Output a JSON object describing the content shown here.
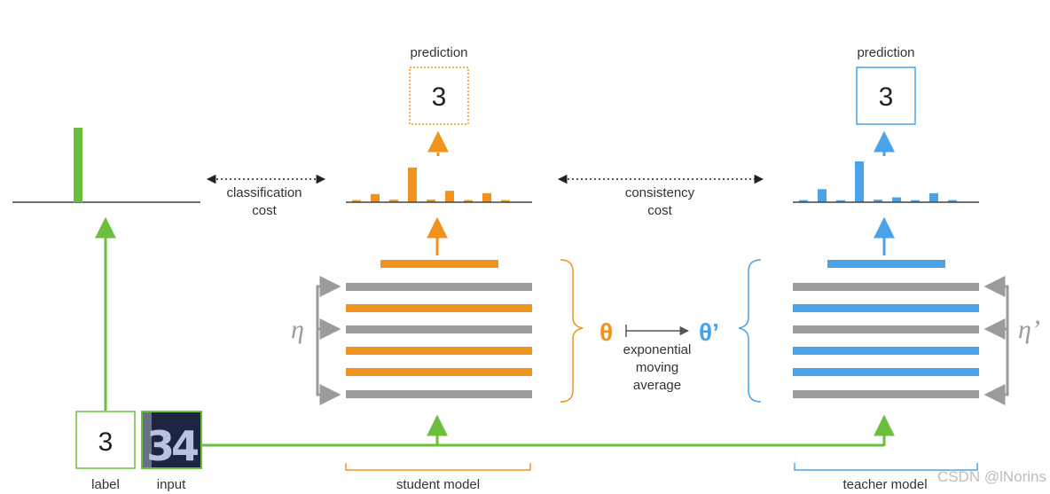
{
  "colors": {
    "green": "#6cbf3d",
    "orange": "#f0931e",
    "blue": "#4aa3e8",
    "gray": "#9b9b9b",
    "axis": "#444444",
    "text": "#333333"
  },
  "student": {
    "prediction_label": "prediction",
    "prediction_value": "3",
    "model_label": "student model",
    "noise_symbol": "η",
    "bars": [
      0.05,
      0.2,
      0.06,
      0.85,
      0.06,
      0.28,
      0.05,
      0.22,
      0.05
    ]
  },
  "teacher": {
    "prediction_label": "prediction",
    "prediction_value": "3",
    "model_label": "teacher model",
    "noise_symbol": "η’",
    "bars": [
      0.05,
      0.32,
      0.05,
      1.0,
      0.06,
      0.12,
      0.05,
      0.22,
      0.05
    ]
  },
  "label_box": {
    "value": "3",
    "caption": "label"
  },
  "input_box": {
    "digits": "34",
    "caption": "input"
  },
  "costs": {
    "classification": [
      "classification",
      "cost"
    ],
    "consistency": [
      "consistency",
      "cost"
    ]
  },
  "ema": {
    "theta": "θ",
    "theta_prime": "θ’",
    "caption": [
      "exponential",
      "moving",
      "average"
    ]
  },
  "watermark": "CSDN @lNorins"
}
